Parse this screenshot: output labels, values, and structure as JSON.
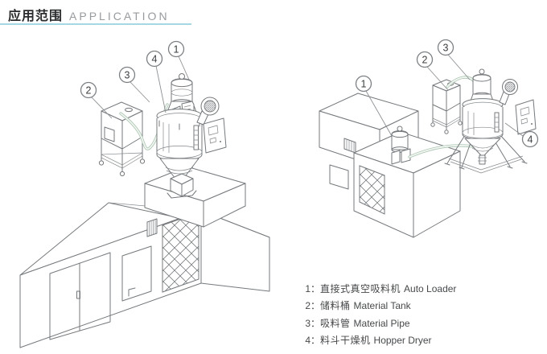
{
  "header": {
    "title_cn": "应用范围",
    "title_en": "APPLICATION"
  },
  "callouts": {
    "left": [
      {
        "num": "1"
      },
      {
        "num": "4"
      },
      {
        "num": "3"
      },
      {
        "num": "2"
      }
    ],
    "right": [
      {
        "num": "1"
      },
      {
        "num": "2"
      },
      {
        "num": "3"
      },
      {
        "num": "4"
      }
    ]
  },
  "legend": {
    "separator": "：",
    "items": [
      {
        "num": "1",
        "cn": "直接式真空吸料机",
        "en": "Auto Loader"
      },
      {
        "num": "2",
        "cn": "储料桶",
        "en": "Material Tank"
      },
      {
        "num": "3",
        "cn": "吸料管",
        "en": "Material Pipe"
      },
      {
        "num": "4",
        "cn": "料斗干燥机",
        "en": "Hopper Dryer"
      }
    ]
  },
  "colors": {
    "accent_underline": "#a5d8e2",
    "line_art": "#75797c",
    "pipe": "#aec6b4",
    "title_cn": "#2b2c2e",
    "title_en": "#989b9e",
    "legend_text": "#47494b"
  }
}
